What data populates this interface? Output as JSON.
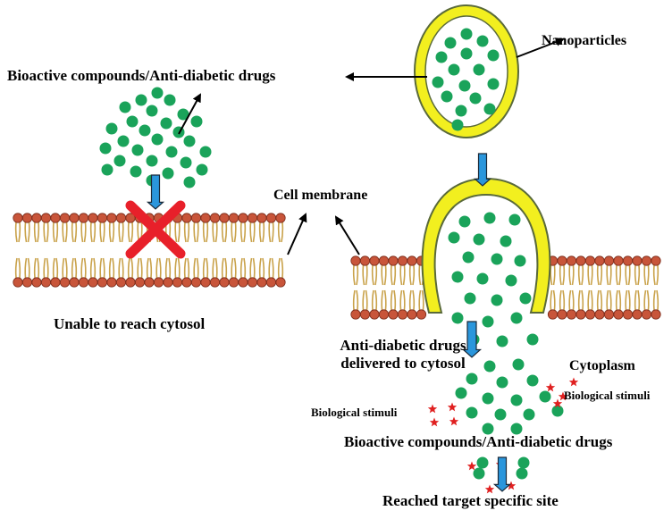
{
  "labels": {
    "bioactive_top": "Bioactive compounds/Anti-diabetic drugs",
    "nanoparticles": "Nanoparticles",
    "cell_membrane": "Cell membrane",
    "unable": "Unable to reach cytosol",
    "delivered_line1": "Anti-diabetic drugs",
    "delivered_line2": "delivered to cytosol",
    "cytoplasm": "Cytoplasm",
    "stimuli_left": "Biological stimuli",
    "stimuli_right": "Biological stimuli",
    "bioactive_bottom": "Bioactive compounds/Anti-diabetic drugs",
    "target": "Reached target specific site"
  },
  "colors": {
    "drug_green": "#1aa35a",
    "lipid_head": "#c8553a",
    "lipid_tail": "#c9a24a",
    "vesicle_yellow": "#f2ef1f",
    "vesicle_outline": "#5a6a3a",
    "arrow_blue": "#2a96dc",
    "blocked_red": "#e8202a",
    "stimuli_red": "#e02020"
  },
  "icons": {
    "blocked": "red-x-icon",
    "stimuli": "red-star-icon"
  }
}
